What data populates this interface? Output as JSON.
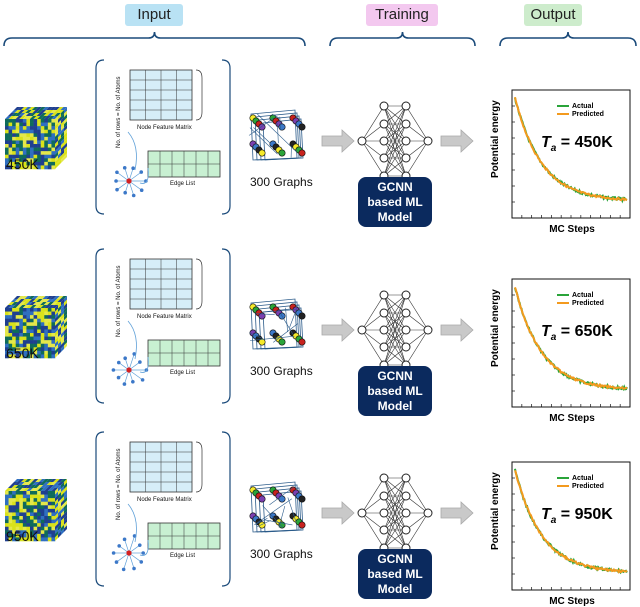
{
  "headers": {
    "input": "Input",
    "training": "Training",
    "output": "Output"
  },
  "colors": {
    "input_header": "#b9e2f4",
    "training_header": "#f3c8ef",
    "output_header": "#cdeccc",
    "actual": "#2aa43a",
    "predicted": "#f39a1e",
    "model_box": "#0b2a5e",
    "matrix_fill": "#d6eef8",
    "edge_fill": "#c8f0d2"
  },
  "rows": [
    {
      "temperature_label": "450K",
      "matrix_axis_label": "No. of rows = No. of Atoms",
      "matrix_label": "Node Feature Matrix",
      "edge_label": "Edge List",
      "graphs_label": "300 Graphs",
      "model_label": "GCNN based ML Model",
      "model_line1": "GCNN",
      "model_line2": "based ML",
      "model_line3": "Model",
      "plot": {
        "ylabel": "Potential energy",
        "xlabel": "MC Steps",
        "legend_actual": "Actual",
        "legend_predicted": "Predicted",
        "ann_symbol": "T",
        "ann_sub": "a",
        "ann_value": "= 450K"
      }
    },
    {
      "temperature_label": "650K",
      "matrix_axis_label": "No. of rows = No. of Atoms",
      "matrix_label": "Node Feature Matrix",
      "edge_label": "Edge List",
      "graphs_label": "300 Graphs",
      "model_label": "GCNN based ML Model",
      "model_line1": "GCNN",
      "model_line2": "based ML",
      "model_line3": "Model",
      "plot": {
        "ylabel": "Potential energy",
        "xlabel": "MC Steps",
        "legend_actual": "Actual",
        "legend_predicted": "Predicted",
        "ann_symbol": "T",
        "ann_sub": "a",
        "ann_value": "= 650K"
      }
    },
    {
      "temperature_label": "950K",
      "matrix_axis_label": "No. of rows = No. of Atoms",
      "matrix_label": "Node Feature Matrix",
      "edge_label": "Edge List",
      "graphs_label": "300 Graphs",
      "model_label": "GCNN based ML Model",
      "model_line1": "GCNN",
      "model_line2": "based ML",
      "model_line3": "Model",
      "plot": {
        "ylabel": "Potential energy",
        "xlabel": "MC Steps",
        "legend_actual": "Actual",
        "legend_predicted": "Predicted",
        "ann_symbol": "T",
        "ann_sub": "a",
        "ann_value": "= 950K"
      }
    }
  ]
}
